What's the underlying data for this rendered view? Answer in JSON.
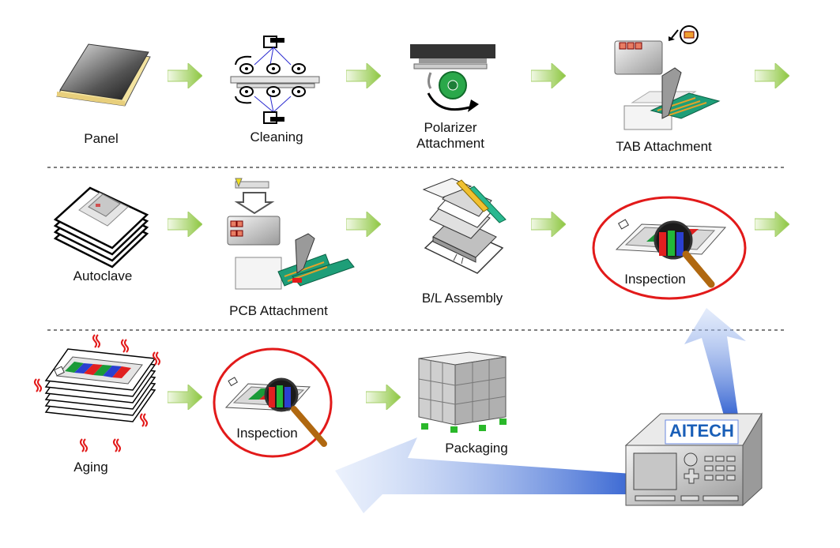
{
  "steps": {
    "panel": "Panel",
    "cleaning": "Cleaning",
    "polarizer": "Polarizer\nAttachment",
    "tab": "TAB Attachment",
    "autoclave": "Autoclave",
    "pcb": "PCB Attachment",
    "bl": "B/L Assembly",
    "inspection_1": "Inspection",
    "aging": "Aging",
    "inspection_2": "Inspection",
    "packaging": "Packaging"
  },
  "brand": "AITECH",
  "colors": {
    "arrow_green": "#8cc63f",
    "highlight_red": "#e21a1a",
    "feedback_blue": "#4a78d8"
  }
}
